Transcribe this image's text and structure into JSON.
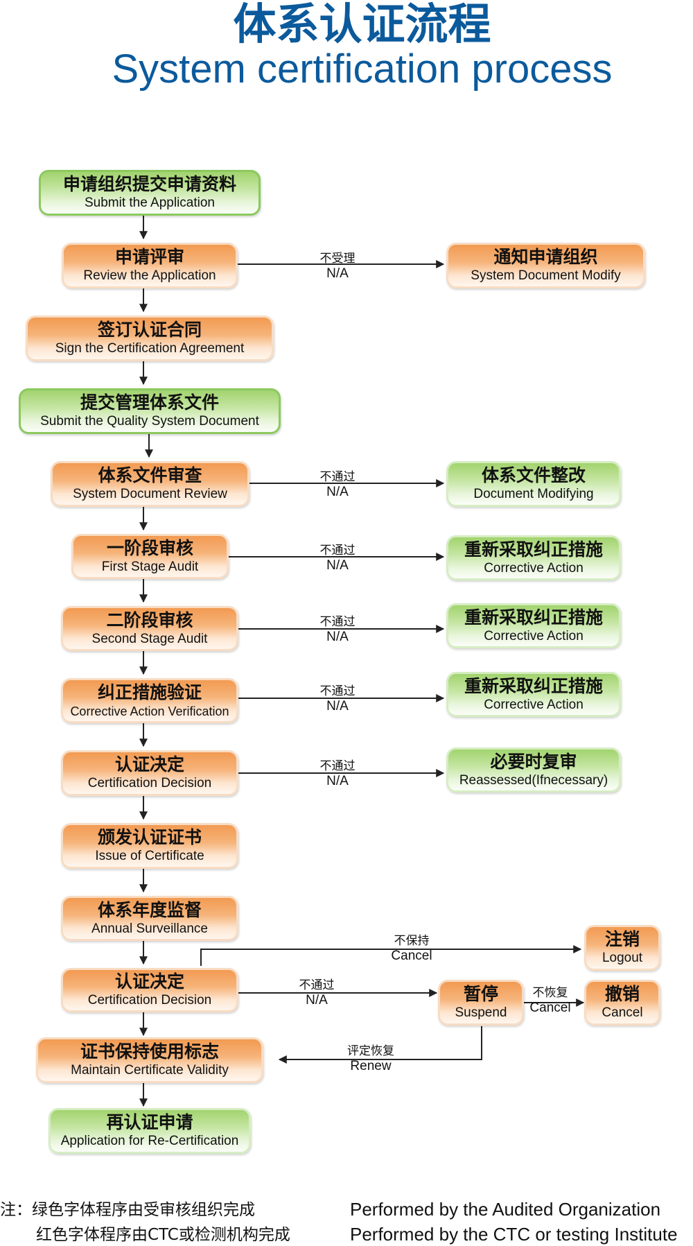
{
  "title": {
    "cn": "体系认证流程",
    "en": "System certification process"
  },
  "nodes": {
    "submit_application": {
      "cn": "申请组织提交申请资料",
      "en": "Submit  the  Application"
    },
    "review_application": {
      "cn": "申请评审",
      "en": "Review  the  Application"
    },
    "notify_org": {
      "cn": "通知申请组织",
      "en": "System  Document  Modify"
    },
    "sign_agreement": {
      "cn": "签订认证合同",
      "en": "Sign  the  Certification  Agreement"
    },
    "submit_qs_doc": {
      "cn": "提交管理体系文件",
      "en": "Submit  the  Quality  System  Document"
    },
    "doc_review": {
      "cn": "体系文件审查",
      "en": "System  Document  Review"
    },
    "doc_modifying": {
      "cn": "体系文件整改",
      "en": "Document  Modifying"
    },
    "stage1": {
      "cn": "一阶段审核",
      "en": "First  Stage  Audit"
    },
    "corrective1": {
      "cn": "重新采取纠正措施",
      "en": "Corrective  Action"
    },
    "stage2": {
      "cn": "二阶段审核",
      "en": "Second  Stage  Audit"
    },
    "corrective2": {
      "cn": "重新采取纠正措施",
      "en": "Corrective  Action"
    },
    "ca_verification": {
      "cn": "纠正措施验证",
      "en": "Corrective Action Verification"
    },
    "corrective3": {
      "cn": "重新采取纠正措施",
      "en": "Corrective  Action"
    },
    "cert_decision1": {
      "cn": "认证决定",
      "en": "Certification  Decision"
    },
    "reassessed": {
      "cn": "必要时复审",
      "en": "Reassessed(Ifnecessary)"
    },
    "issue_cert": {
      "cn": "颁发认证证书",
      "en": "Issue  of  Certificate"
    },
    "annual_surv": {
      "cn": "体系年度监督",
      "en": "Annual  Surveillance"
    },
    "cert_decision2": {
      "cn": "认证决定",
      "en": "Certification  Decision"
    },
    "logout": {
      "cn": "注销",
      "en": "Logout"
    },
    "suspend": {
      "cn": "暂停",
      "en": "Suspend"
    },
    "cancel": {
      "cn": "撤销",
      "en": "Cancel"
    },
    "maintain": {
      "cn": "证书保持使用标志",
      "en": "Maintain  Certificate  Validity"
    },
    "recert": {
      "cn": "再认证申请",
      "en": "Application  for  Re-Certification"
    }
  },
  "edge_labels": {
    "not_accepted": {
      "cn": "不受理",
      "en": "N/A"
    },
    "fail_doc": {
      "cn": "不通过",
      "en": "N/A"
    },
    "fail_stage1": {
      "cn": "不通过",
      "en": "N/A"
    },
    "fail_stage2": {
      "cn": "不通过",
      "en": "N/A"
    },
    "fail_verification": {
      "cn": "不通过",
      "en": "N/A"
    },
    "fail_decision1": {
      "cn": "不通过",
      "en": "N/A"
    },
    "not_maintained": {
      "cn": "不保持",
      "en": "Cancel"
    },
    "fail_decision2": {
      "cn": "不通过",
      "en": "N/A"
    },
    "not_restored": {
      "cn": "不恢复",
      "en": "Cancel"
    },
    "renew": {
      "cn": "评定恢复",
      "en": "Renew"
    }
  },
  "notes": {
    "prefix": "注：",
    "green_cn": "绿色字体程序由受审核组织完成",
    "green_en": "Performed by the Audited Organization",
    "red_cn": "红色字体程序由CTC或检测机构完成",
    "red_en": "Performed by the CTC or testing Institute"
  }
}
